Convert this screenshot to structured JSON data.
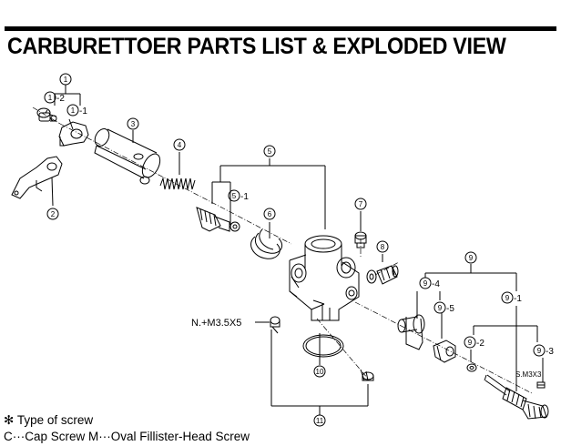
{
  "title": "CARBURETTOER PARTS LIST & EXPLODED VIEW",
  "callouts": {
    "c1": "1",
    "c1_2_num": "1",
    "c1_2_suf": "-2",
    "c1_1_num": "1",
    "c1_1_suf": "-1",
    "c2": "2",
    "c3": "3",
    "c4": "4",
    "c5": "5",
    "c5_1_num": "5",
    "c5_1_suf": "-1",
    "c6": "6",
    "c7": "7",
    "c8": "8",
    "c9": "9",
    "c9_4_num": "9",
    "c9_4_suf": "-4",
    "c9_5_num": "9",
    "c9_5_suf": "-5",
    "c9_1_num": "9",
    "c9_1_suf": "-1",
    "c9_2_num": "9",
    "c9_2_suf": "-2",
    "c9_3_num": "9",
    "c9_3_suf": "-3",
    "c10": "10",
    "c11": "11"
  },
  "screw_labels": {
    "nm": "N.+M3.5X5",
    "sm": "S.M3X3"
  },
  "notes": {
    "line1": "✻ Type of screw",
    "line2": "C···Cap Screw  M···Oval Fillister-Head Screw"
  }
}
